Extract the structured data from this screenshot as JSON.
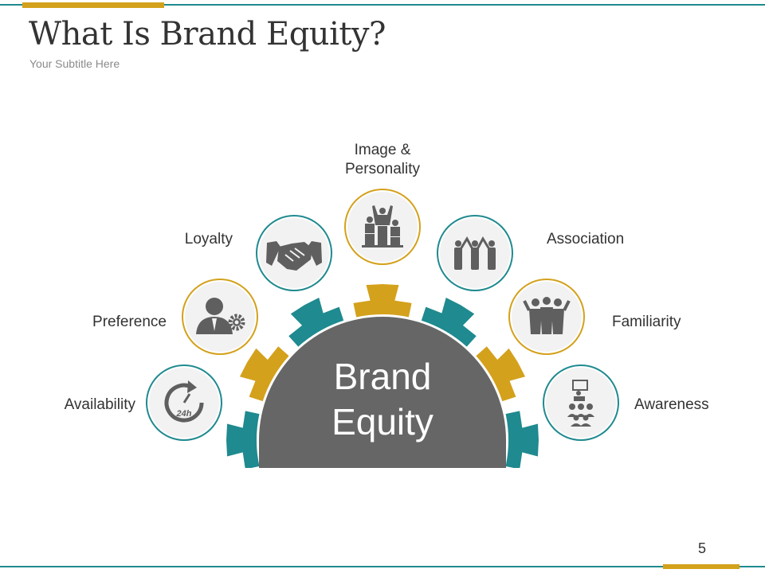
{
  "slide": {
    "title": "What Is Brand Equity?",
    "subtitle": "Your Subtitle Here",
    "page_number": "5"
  },
  "center": {
    "line1": "Brand",
    "line2": "Equity"
  },
  "items": [
    {
      "label_lines": [
        "Availability"
      ],
      "icon": "clock-24-icon",
      "ring_color": "#1f8a8f"
    },
    {
      "label_lines": [
        "Preference"
      ],
      "icon": "person-gear-icon",
      "ring_color": "#d4a11c"
    },
    {
      "label_lines": [
        "Loyalty"
      ],
      "icon": "handshake-icon",
      "ring_color": "#1f8a8f"
    },
    {
      "label_lines": [
        "Image &",
        "Personality"
      ],
      "icon": "podium-winners-icon",
      "ring_color": "#d4a11c"
    },
    {
      "label_lines": [
        "Association"
      ],
      "icon": "people-linked-icon",
      "ring_color": "#1f8a8f"
    },
    {
      "label_lines": [
        "Familiarity"
      ],
      "icon": "group-people-icon",
      "ring_color": "#d4a11c"
    },
    {
      "label_lines": [
        "Awareness"
      ],
      "icon": "presentation-audience-icon",
      "ring_color": "#1f8a8f"
    }
  ],
  "colors": {
    "teal": "#1f8a8f",
    "gold": "#d4a11c",
    "center_gray": "#666666",
    "icon_gray": "#5f5f5f",
    "circle_fill": "#f2f2f2"
  }
}
